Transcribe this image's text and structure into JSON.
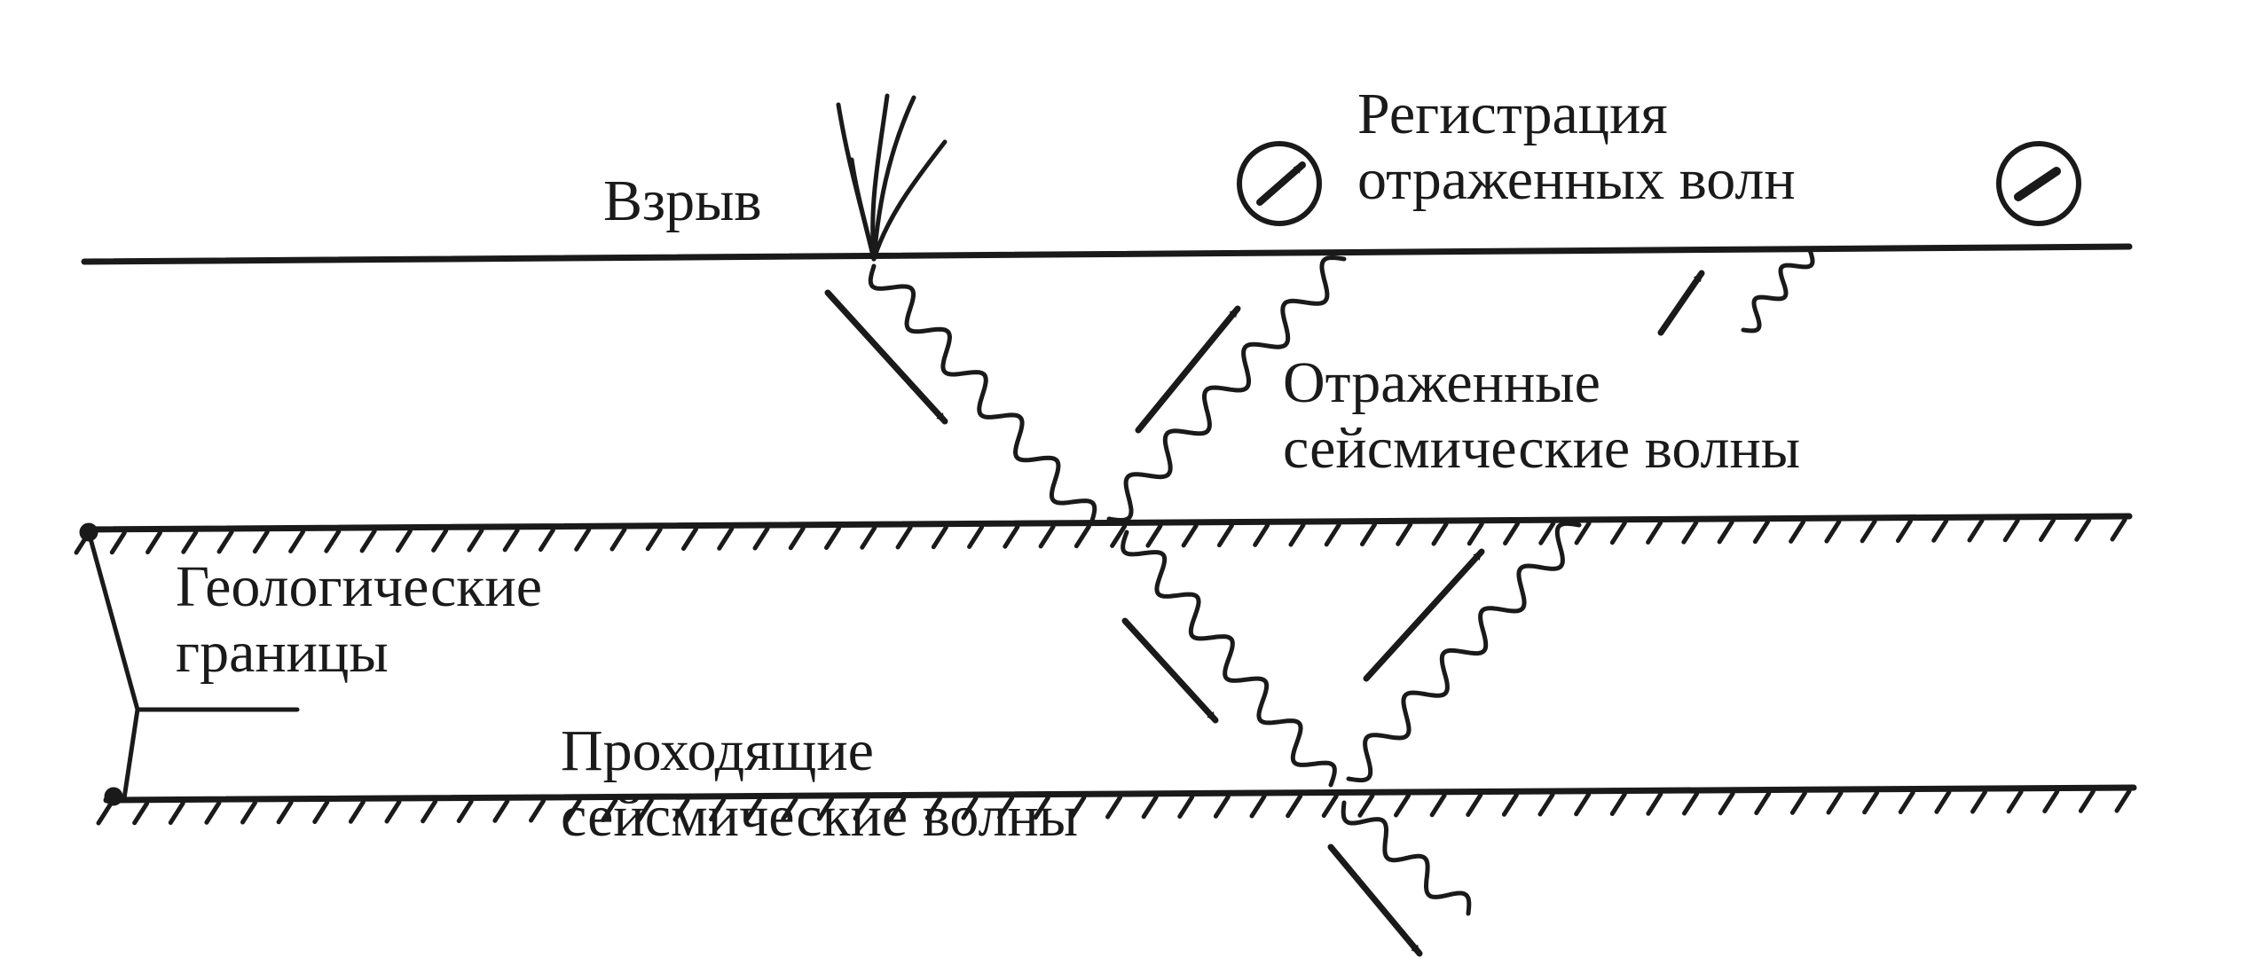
{
  "labels": {
    "explosion": "Взрыв",
    "registration": {
      "line1": "Регистрация",
      "line2": "отраженных волн"
    },
    "reflected": {
      "line1": "Отраженные",
      "line2": "сейсмические волны"
    },
    "boundaries": {
      "line1": "Геологические",
      "line2": "границы"
    },
    "transmitted": {
      "line1": "Проходящие",
      "line2": "сейсмические волны"
    }
  },
  "icons": [
    "explosion-burst-icon",
    "seismograph-icon",
    "arrow-icon",
    "boundary-hatch"
  ],
  "colors": {
    "ink": "#1a1a1a",
    "paper": "#ffffff"
  }
}
